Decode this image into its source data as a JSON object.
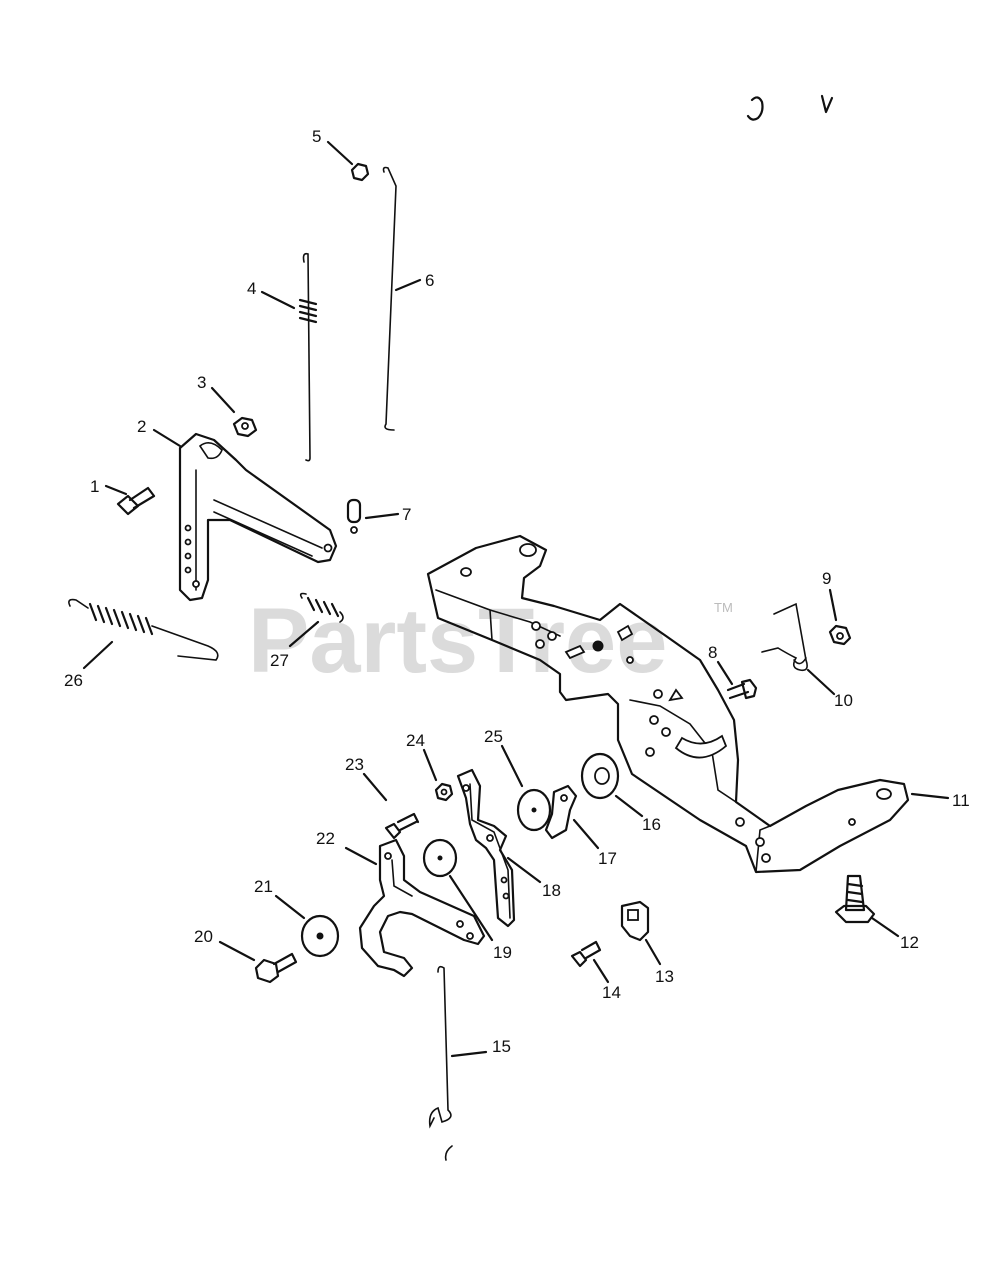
{
  "watermark": {
    "brand": "PartsTree",
    "trademark": "TM"
  },
  "callouts": [
    {
      "id": "1",
      "label": "1"
    },
    {
      "id": "2",
      "label": "2"
    },
    {
      "id": "3",
      "label": "3"
    },
    {
      "id": "4",
      "label": "4"
    },
    {
      "id": "5",
      "label": "5"
    },
    {
      "id": "6",
      "label": "6"
    },
    {
      "id": "7",
      "label": "7"
    },
    {
      "id": "8",
      "label": "8"
    },
    {
      "id": "9",
      "label": "9"
    },
    {
      "id": "10",
      "label": "10"
    },
    {
      "id": "11",
      "label": "11"
    },
    {
      "id": "12",
      "label": "12"
    },
    {
      "id": "13",
      "label": "13"
    },
    {
      "id": "14",
      "label": "14"
    },
    {
      "id": "15",
      "label": "15"
    },
    {
      "id": "16",
      "label": "16"
    },
    {
      "id": "17",
      "label": "17"
    },
    {
      "id": "18",
      "label": "18"
    },
    {
      "id": "19",
      "label": "19"
    },
    {
      "id": "20",
      "label": "20"
    },
    {
      "id": "21",
      "label": "21"
    },
    {
      "id": "22",
      "label": "22"
    },
    {
      "id": "23",
      "label": "23"
    },
    {
      "id": "24",
      "label": "24"
    },
    {
      "id": "25",
      "label": "25"
    },
    {
      "id": "26",
      "label": "26"
    },
    {
      "id": "27",
      "label": "27"
    }
  ]
}
